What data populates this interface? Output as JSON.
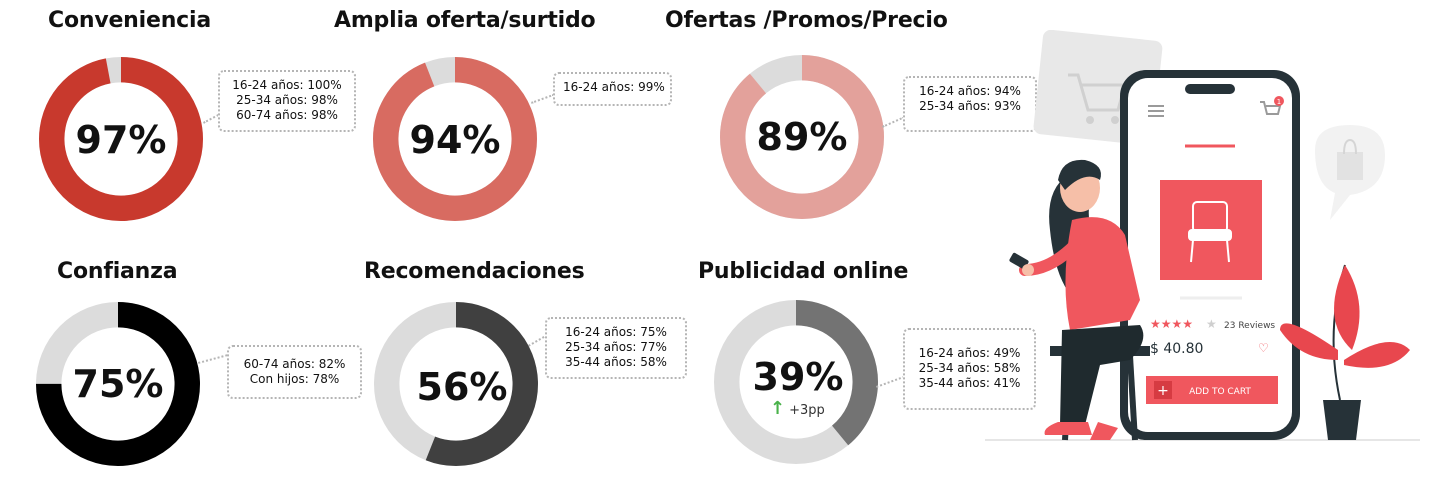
{
  "chart_data": [
    {
      "type": "pie",
      "variant": "donut",
      "title": "Conveniencia",
      "value": 97,
      "value_label": "97%",
      "color": "#c8392d",
      "remainder_color": "#dcdcdc",
      "breakdown": [
        "16-24 años: 100%",
        "25-34 años: 98%",
        "60-74 años: 98%"
      ]
    },
    {
      "type": "pie",
      "variant": "donut",
      "title": "Amplia oferta/surtido",
      "value": 94,
      "value_label": "94%",
      "color": "#d86b61",
      "remainder_color": "#dcdcdc",
      "breakdown": [
        "16-24 años: 99%"
      ]
    },
    {
      "type": "pie",
      "variant": "donut",
      "title": "Ofertas /Promos/Precio",
      "value": 89,
      "value_label": "89%",
      "color": "#e3a19b",
      "remainder_color": "#dcdcdc",
      "breakdown": [
        "16-24 años: 94%",
        "25-34 años: 93%"
      ]
    },
    {
      "type": "pie",
      "variant": "donut",
      "title": "Confianza",
      "value": 75,
      "value_label": "75%",
      "color": "#000000",
      "remainder_color": "#dcdcdc",
      "breakdown": [
        "60-74 años: 82%",
        "Con hijos: 78%"
      ]
    },
    {
      "type": "pie",
      "variant": "donut",
      "title": "Recomendaciones",
      "value": 56,
      "value_label": "56%",
      "color": "#404040",
      "remainder_color": "#dcdcdc",
      "breakdown": [
        "16-24 años: 75%",
        "25-34 años: 77%",
        "35-44 años: 58%"
      ]
    },
    {
      "type": "pie",
      "variant": "donut",
      "title": "Publicidad online",
      "value": 39,
      "value_label": "39%",
      "color": "#737373",
      "remainder_color": "#dcdcdc",
      "breakdown": [
        "16-24 años: 49%",
        "25-34 años: 58%",
        "35-44 años: 41%"
      ],
      "change_label": "+3pp",
      "change_direction": "up"
    }
  ],
  "illustration": {
    "description_icons": [
      "shopping-cart-icon",
      "shopping-bag-icon",
      "menu-icon",
      "heart-icon",
      "star-icon",
      "plus-icon"
    ],
    "phone": {
      "reviews_label": "23 Reviews",
      "rating_stars": 4,
      "price": "$ 40.80",
      "cart_badge": "1",
      "cta_label": "ADD TO CART"
    },
    "colors": {
      "accent": "#f0575e",
      "dark": "#263238",
      "pants": "#1f2a2e",
      "plant": "#e8474e",
      "grey": "#e6e6e6"
    }
  }
}
